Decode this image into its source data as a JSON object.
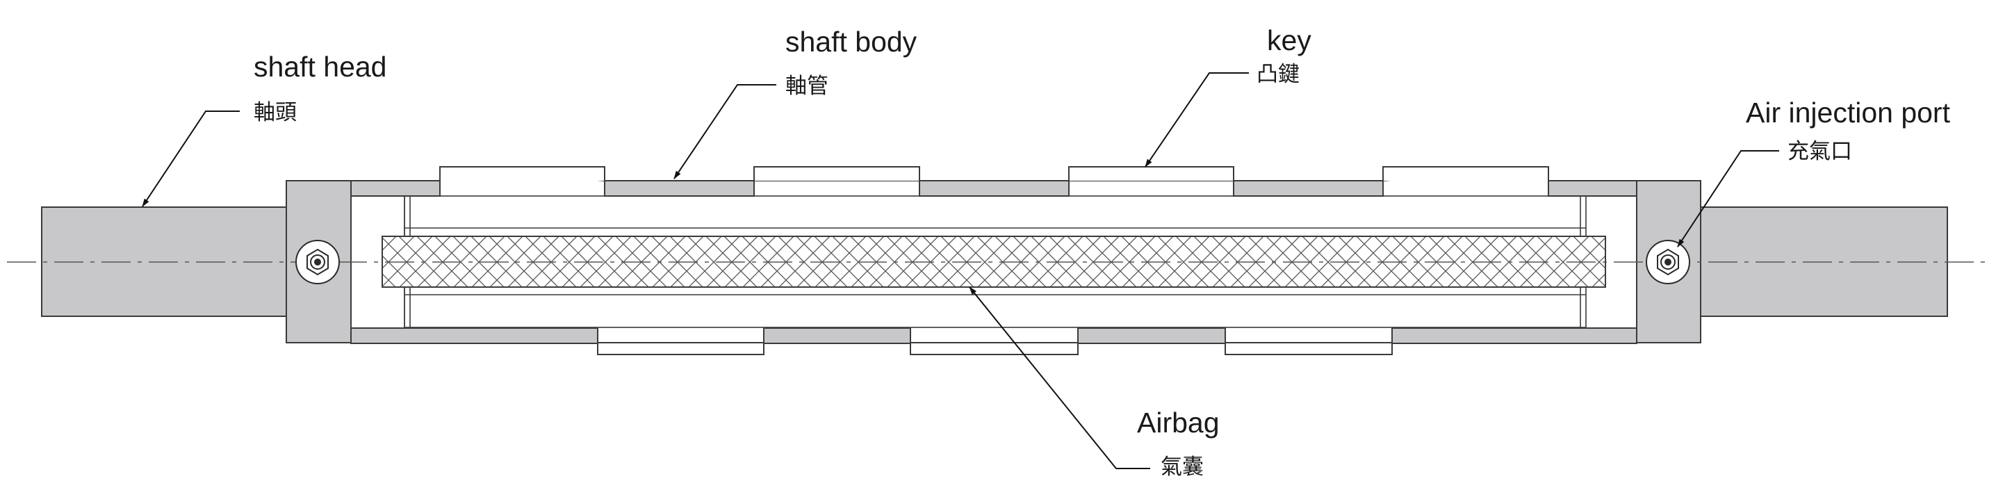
{
  "labels": {
    "shaft_head": {
      "en": "shaft head",
      "zh": "軸頭"
    },
    "shaft_body": {
      "en": "shaft body",
      "zh": "軸管"
    },
    "key": {
      "en": "key",
      "zh": "凸鍵"
    },
    "air_port": {
      "en": "Air injection port",
      "zh": "充氣口"
    },
    "airbag": {
      "en": "Airbag",
      "zh": "氣囊"
    }
  },
  "colors": {
    "part_fill": "#c8c8ca",
    "line": "#3a3a3a",
    "background": "#ffffff"
  }
}
